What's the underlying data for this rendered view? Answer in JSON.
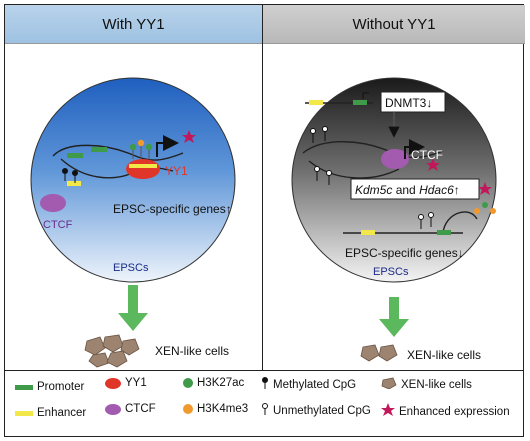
{
  "left_panel": {
    "title": "With YY1",
    "yy1_label": "YY1",
    "ctcf_label": "CTCF",
    "genes_label": "EPSC-specific genes↑",
    "cell_label": "EPSCs",
    "outcome_label": "XEN-like cells"
  },
  "right_panel": {
    "title": "Without YY1",
    "dnmt_label": "DNMT3↓",
    "ctcf_label": "CTCF",
    "kdm_label_a": "Kdm5c",
    "kdm_label_mid": " and ",
    "kdm_label_b": "Hdac6",
    "kdm_arrow": "↑",
    "genes_label": "EPSC-specific genes↓",
    "cell_label": "EPSCs",
    "outcome_label": "XEN-like cells"
  },
  "legend": {
    "promoter": "Promoter",
    "enhancer": "Enhancer",
    "yy1": "YY1",
    "ctcf": "CTCF",
    "h3k27ac": "H3K27ac",
    "h3k4me3": "H3K4me3",
    "methylated": "Methylated CpG",
    "unmethylated": "Unmethylated CpG",
    "xen": "XEN-like cells",
    "enhanced": "Enhanced expression"
  },
  "colors": {
    "promoter": "#3f9a4a",
    "enhancer": "#f2e84a",
    "yy1": "#e0362a",
    "ctcf": "#a35bb0",
    "h3k27ac": "#3f9a4a",
    "h3k4me3": "#f09a2e",
    "enhanced": "#c2185b",
    "arrow": "#5cb85c",
    "xen": "#9c8470"
  }
}
